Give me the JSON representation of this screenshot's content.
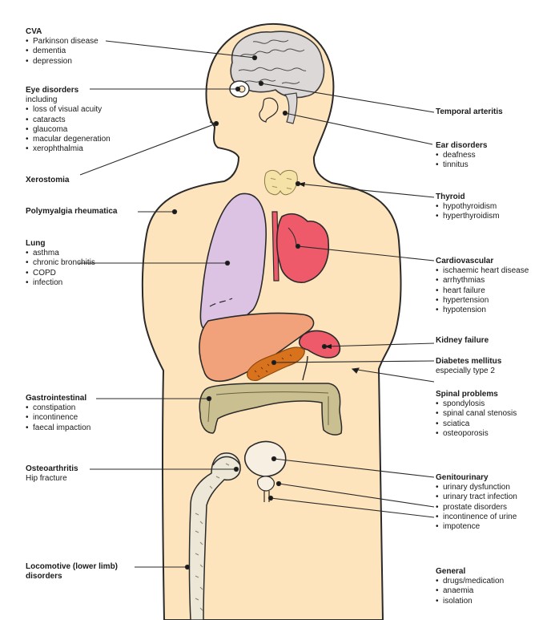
{
  "colors": {
    "skin": "#fde4bd",
    "lung": "#dcc3e3",
    "heart": "#ef5a6a",
    "liver": "#f2a27a",
    "pancreas": "#d9721d",
    "intestine": "#c9bf90",
    "bone": "#ece7d6"
  },
  "labels": {
    "cva": {
      "title": "CVA",
      "items": [
        "Parkinson disease",
        "dementia",
        "depression"
      ]
    },
    "eye": {
      "title": "Eye disorders",
      "sub": "including",
      "items": [
        "loss of visual acuity",
        "cataracts",
        "glaucoma",
        "macular degeneration",
        "xerophthalmia"
      ]
    },
    "xerostomia": {
      "title": "Xerostomia"
    },
    "pmr": {
      "title": "Polymyalgia rheumatica"
    },
    "lung": {
      "title": "Lung",
      "items": [
        "asthma",
        "chronic bronchitis",
        "COPD",
        "infection"
      ]
    },
    "gi": {
      "title": "Gastrointestinal",
      "items": [
        "constipation",
        "incontinence",
        "faecal impaction"
      ]
    },
    "oa": {
      "title": "Osteoarthritis",
      "sub": "Hip fracture"
    },
    "loco": {
      "title": "Locomotive (lower limb)",
      "title2": "disorders"
    },
    "temporal": {
      "title": "Temporal arteritis"
    },
    "ear": {
      "title": "Ear disorders",
      "items": [
        "deafness",
        "tinnitus"
      ]
    },
    "thyroid": {
      "title": "Thyroid",
      "items": [
        "hypothyroidism",
        "hyperthyroidism"
      ]
    },
    "cardio": {
      "title": "Cardiovascular",
      "items": [
        "ischaemic heart disease",
        "arrhythmias",
        "heart failure",
        "hypertension",
        "hypotension"
      ]
    },
    "kidney": {
      "title": "Kidney failure"
    },
    "diabetes": {
      "title": "Diabetes mellitus",
      "sub": "especially type 2"
    },
    "spinal": {
      "title": "Spinal problems",
      "items": [
        "spondylosis",
        "spinal canal stenosis",
        "sciatica",
        "osteoporosis"
      ]
    },
    "genito": {
      "title": "Genitourinary",
      "items": [
        "urinary dysfunction",
        "urinary tract infection",
        "prostate disorders",
        "incontinence of urine",
        "impotence"
      ]
    },
    "general": {
      "title": "General",
      "items": [
        "drugs/medication",
        "anaemia",
        "isolation"
      ]
    }
  }
}
